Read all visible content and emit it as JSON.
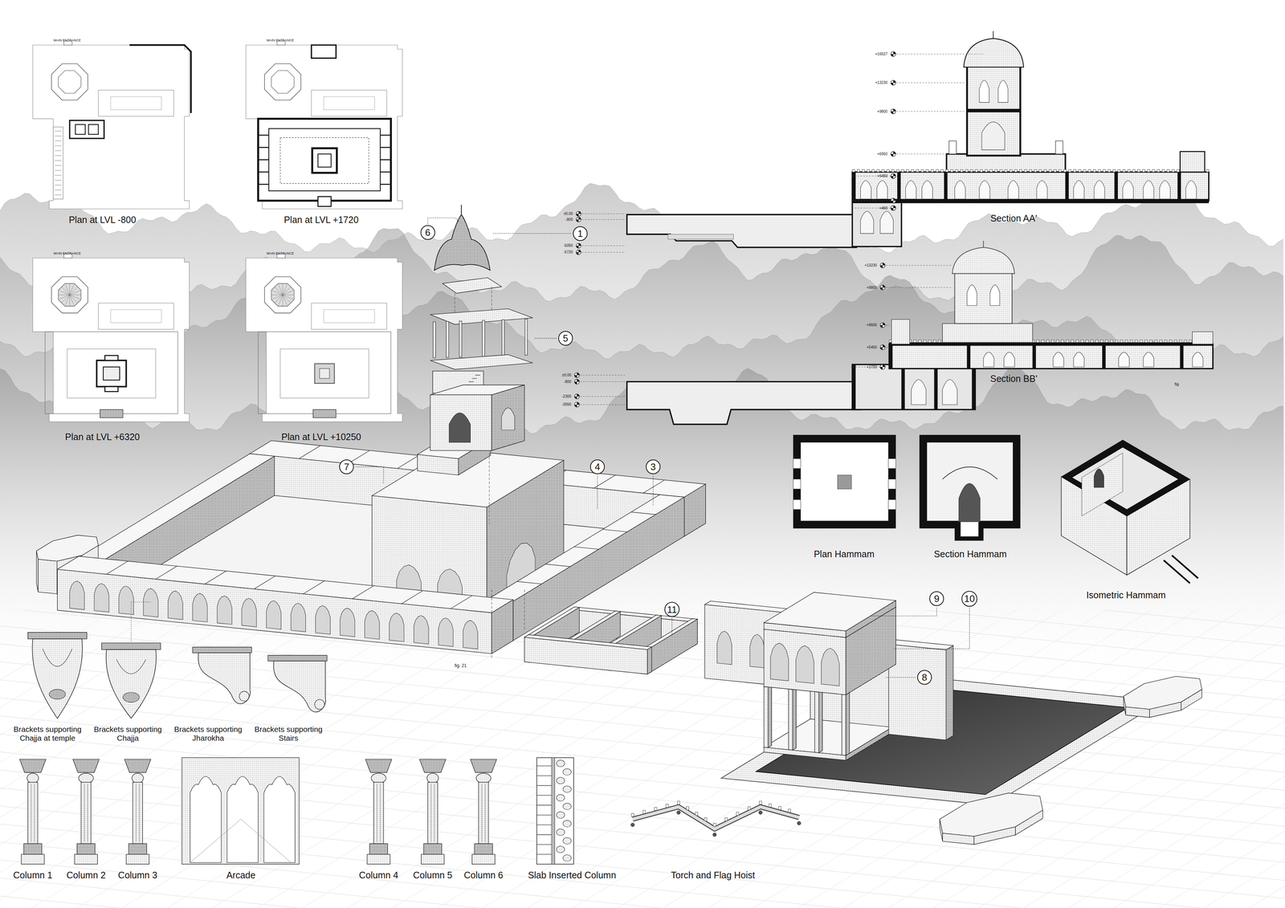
{
  "diagram": {
    "nodes": [
      {
        "text": [
          "6"
        ]
      },
      {
        "text": [
          "1"
        ]
      },
      {
        "text": [
          "5"
        ]
      },
      {
        "text": [
          "7"
        ]
      },
      {
        "text": [
          "4"
        ]
      },
      {
        "text": [
          "3"
        ]
      },
      {
        "text": [
          "11"
        ]
      },
      {
        "text": [
          "9"
        ]
      },
      {
        "text": [
          "10"
        ]
      },
      {
        "text": [
          "8"
        ]
      }
    ],
    "labels": [
      "MAIN ENTRANCE",
      "MAIN ENTRANCE",
      "MAIN ENTRANCE",
      "MAIN ENTRANCE",
      "Plan at LVL -800",
      "Plan at LVL +1720",
      "Plan at LVL +6320",
      "Plan at LVL +10250",
      "+16527",
      "+13230",
      "+9800",
      "+6950",
      "+5450",
      "+1720",
      "+460",
      "±0.00",
      "-800",
      "-5050",
      "-5720",
      "Section AA'",
      "+13230",
      "+9800",
      "+9600",
      "+5450",
      "+1720",
      "±0.00",
      "-800",
      "-2300",
      "-3550",
      "Section BB'",
      "fig",
      "Plan Hammam",
      "Section Hammam",
      "Isometric Hammam",
      "fig. 21",
      "Brackets supporting Chajja at temple",
      "Brackets supporting Chajja",
      "Brackets supporting Jharokha",
      "Brackets supporting Stairs",
      "Column 1",
      "Column 2",
      "Column 3",
      "Arcade",
      "Column 4",
      "Column 5",
      "Column 6",
      "Slab Inserted Column",
      "Torch and Flag Hoist"
    ]
  }
}
